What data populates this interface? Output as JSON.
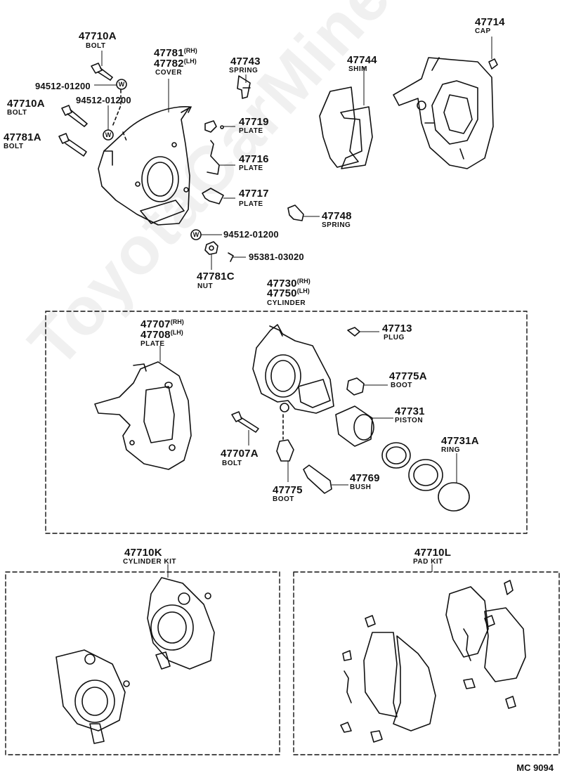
{
  "watermark": "ToyotaCarMine.ru",
  "reference": "MC 9094",
  "callouts": {
    "c47710a_1": {
      "number": "47710A",
      "name": "BOLT"
    },
    "c94512_1": {
      "number": "94512-01200"
    },
    "c94512_2": {
      "number": "94512-01200"
    },
    "c47710a_2": {
      "number": "47710A",
      "name": "BOLT"
    },
    "c47781a": {
      "number": "47781A",
      "name": "BOLT"
    },
    "c47781": {
      "number1": "47781",
      "suffix1": "(RH)",
      "number2": "47782",
      "suffix2": "(LH)",
      "name": "COVER"
    },
    "c47743": {
      "number": "47743",
      "name": "SPRING"
    },
    "c47744": {
      "number": "47744",
      "name": "SHIM"
    },
    "c47714": {
      "number": "47714",
      "name": "CAP"
    },
    "c47719": {
      "number": "47719",
      "name": "PLATE"
    },
    "c47716": {
      "number": "47716",
      "name": "PLATE"
    },
    "c47717": {
      "number": "47717",
      "name": "PLATE"
    },
    "c47748": {
      "number": "47748",
      "name": "SPRING"
    },
    "c94512_3": {
      "number": "94512-01200"
    },
    "c95381": {
      "number": "95381-03020"
    },
    "c47781c": {
      "number": "47781C",
      "name": "NUT"
    },
    "c47730": {
      "number1": "47730",
      "suffix1": "(RH)",
      "number2": "47750",
      "suffix2": "(LH)",
      "name": "CYLINDER"
    },
    "c47707": {
      "number1": "47707",
      "suffix1": "(RH)",
      "number2": "47708",
      "suffix2": "(LH)",
      "name": "PLATE"
    },
    "c47713": {
      "number": "47713",
      "name": "PLUG"
    },
    "c47775a": {
      "number": "47775A",
      "name": "BOOT"
    },
    "c47731": {
      "number": "47731",
      "name": "PISTON"
    },
    "c47731a": {
      "number": "47731A",
      "name": "RING"
    },
    "c47707a": {
      "number": "47707A",
      "name": "BOLT"
    },
    "c47775": {
      "number": "47775",
      "name": "BOOT"
    },
    "c47769": {
      "number": "47769",
      "name": "BUSH"
    },
    "c47710k": {
      "number": "47710K",
      "name": "CYLINDER KIT"
    },
    "c47710l": {
      "number": "47710L",
      "name": "PAD KIT"
    }
  },
  "washer_mark": "W"
}
